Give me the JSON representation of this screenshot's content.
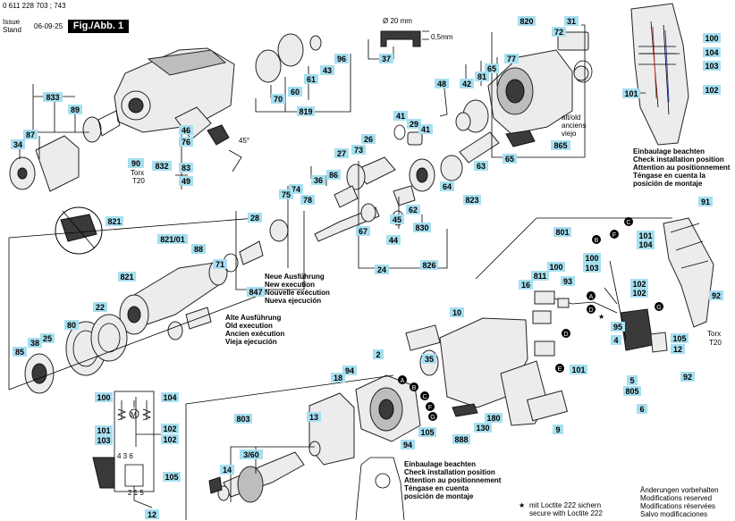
{
  "header": {
    "doc_number": "0 611 228 703 ; 743",
    "issue_line1": "Issue",
    "issue_line2": "Stand",
    "issue_date": "06-09-25",
    "figure_tag": "Fig./Abb. 1"
  },
  "callouts": {
    "c833": "833",
    "c89": "89",
    "c87": "87",
    "c34": "34",
    "c90": "90",
    "c70": "70",
    "c60": "60",
    "c61": "61",
    "c43": "43",
    "c96": "96",
    "c819": "819",
    "c46": "46",
    "c76": "76",
    "c832": "832",
    "c83": "83",
    "c49": "49",
    "c37": "37",
    "c820": "820",
    "c31": "31",
    "c72": "72",
    "c65a": "65",
    "c77": "77",
    "c42": "42",
    "c81": "81",
    "c48": "48",
    "c865": "865",
    "c41a": "41",
    "c29": "29",
    "c41b": "41",
    "c26": "26",
    "c27": "27",
    "c73": "73",
    "c65b": "65",
    "c63": "63",
    "c64": "64",
    "c823": "823",
    "c86": "86",
    "c36": "36",
    "c74": "74",
    "c75": "75",
    "c78": "78",
    "c62": "62",
    "c45": "45",
    "c44": "44",
    "c830": "830",
    "c67": "67",
    "c24": "24",
    "c826": "826",
    "c821a": "821",
    "c821_01": "821/01",
    "c28": "28",
    "c88": "88",
    "c71": "71",
    "c821b": "821",
    "c847": "847",
    "c22": "22",
    "c80": "80",
    "c38": "38",
    "c85": "85",
    "c25": "25",
    "c100a": "100",
    "c104a": "104",
    "c103a": "103",
    "c101a": "101",
    "c102a": "102",
    "c91": "91",
    "c801": "801",
    "c101b": "101",
    "c104b": "104",
    "c811": "811",
    "c100b": "100",
    "c103b": "103",
    "c16": "16",
    "c93": "93",
    "c10": "10",
    "c102b": "102",
    "c102c": "102",
    "c92a": "92",
    "c95": "95",
    "c4": "4",
    "c105a": "105",
    "c12a": "12",
    "c101c": "101",
    "c35": "35",
    "c2": "2",
    "c18": "18",
    "c94a": "94",
    "c13": "13",
    "c803": "803",
    "c105b": "105",
    "c94b": "94",
    "c14": "14",
    "c3_60": "3/60",
    "c888": "888",
    "c130": "130",
    "c180": "180",
    "c9": "9",
    "c5": "5",
    "c805": "805",
    "c6": "6",
    "c92b": "92",
    "c100c": "100",
    "c104c": "104",
    "c101d": "101",
    "c103c": "103",
    "c102d": "102",
    "c102e": "102",
    "c105c": "105",
    "c12b": "12"
  },
  "labels": {
    "torx_left": "Torx",
    "torx_left_size": "T20",
    "torx_right": "Torx",
    "torx_right_size": "T20",
    "angle": "45°",
    "dim_d": "Ø 20 mm",
    "dim_h": "0,5mm",
    "altold": "alt/old",
    "anciens": "anciens",
    "viejo": "viejo",
    "star": "★",
    "letters": {
      "A": "A",
      "B": "B",
      "C": "C",
      "D": "D",
      "E": "E",
      "F": "F",
      "G": "G"
    },
    "circuit_m": "M",
    "circuit_row": "4  3  6",
    "circuit_row2": "2 1  5"
  },
  "notes": {
    "new_exec": [
      "Neue Ausführung",
      "New execution",
      "Nouvelle exécution",
      "Nueva ejecución"
    ],
    "old_exec": [
      "Alte Ausführung",
      "Old execution",
      "Ancien exécution",
      "Vieja ejecución"
    ],
    "install_right": [
      "Einbaulage beachten",
      "Check installation position",
      "Attention au positionnement",
      "Téngase en cuenta la",
      "posición de montaje"
    ],
    "install_bottom": [
      "Einbaulage beachten",
      "Check installation position",
      "Attention au positionnement",
      "Téngase en cuenta",
      "posición de montaje"
    ],
    "loctite": [
      "mit Loctite 222 sichern",
      "secure with Loctite 222"
    ],
    "changes": [
      "Änderungen vorbehalten",
      "Modifications reserved",
      "Modifications réservées",
      "Salvo modificaciones"
    ]
  }
}
